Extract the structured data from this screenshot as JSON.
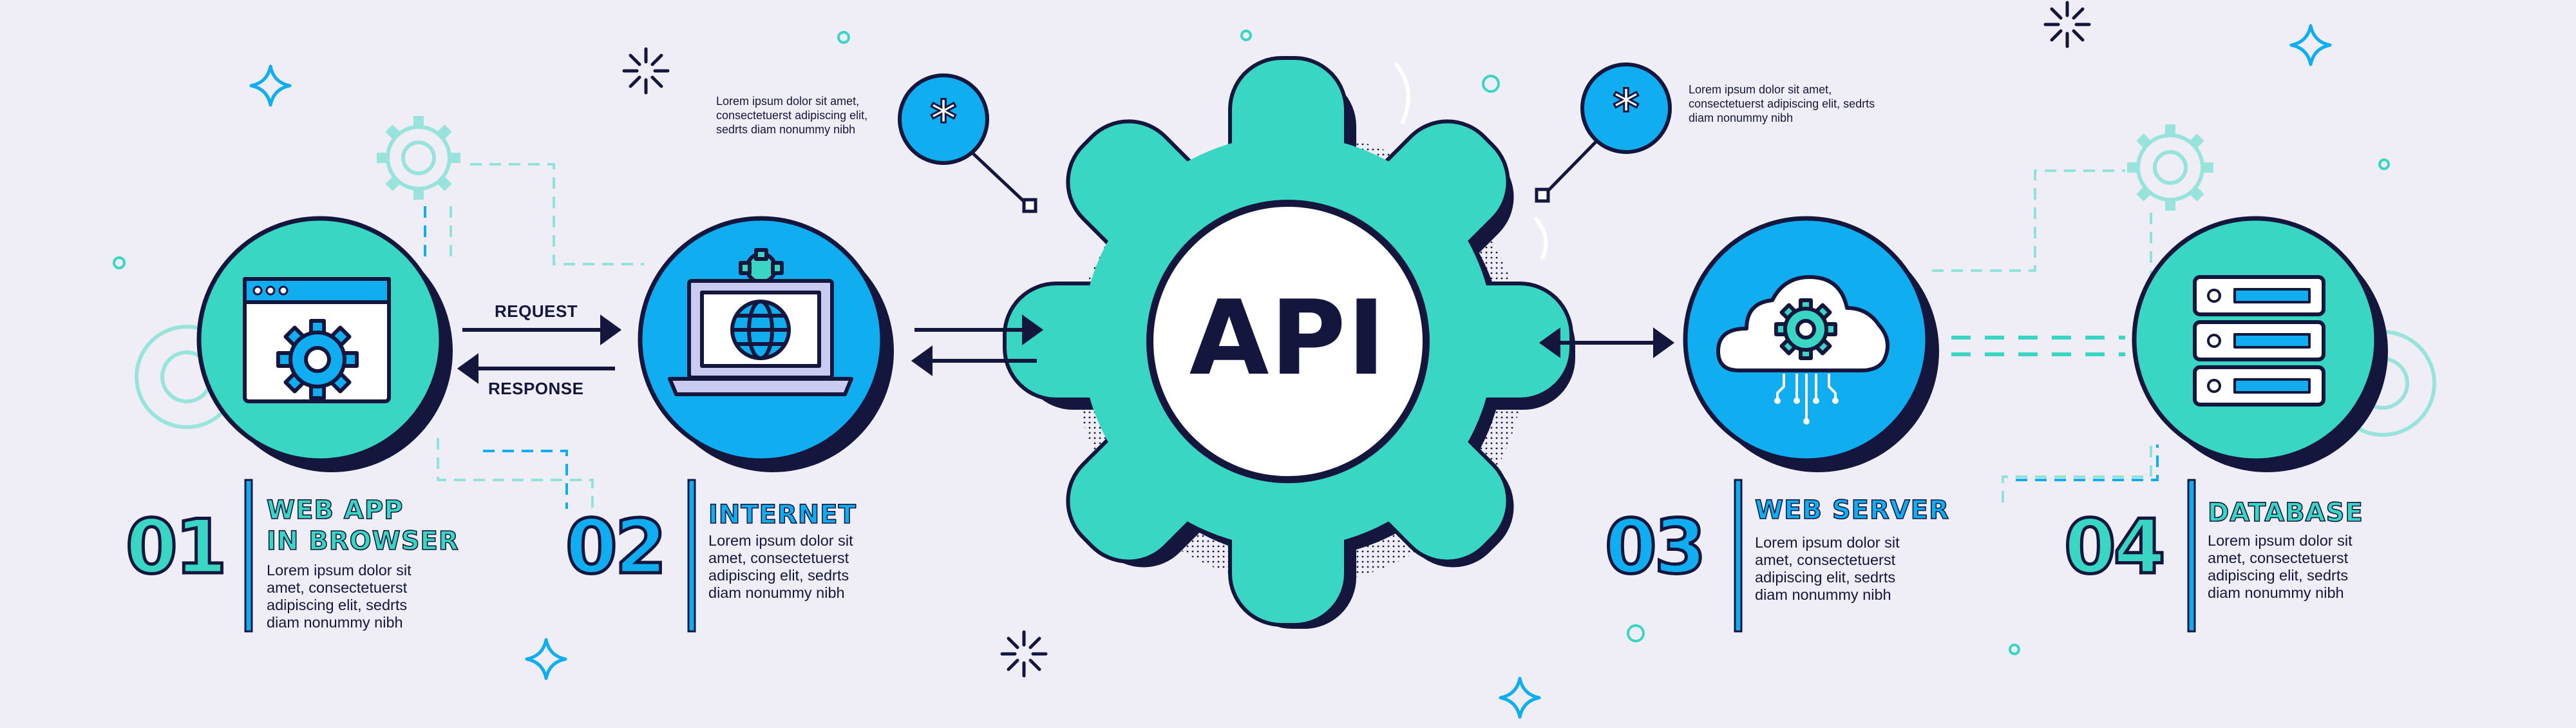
{
  "api_label": "API",
  "flow": {
    "request_label": "REQUEST",
    "response_label": "RESPONSE"
  },
  "notes": {
    "left": "Lorem ipsum dolor sit amet,\nconsectetuerst adipiscing elit,\nsedrts diam nonummy nibh",
    "right": "Lorem ipsum dolor sit amet,\nconsectetuerst adipiscing elit, sedrts\ndiam nonummy nibh"
  },
  "steps": [
    {
      "number": "01",
      "title": "WEB APP\nIN BROWSER",
      "description": "Lorem ipsum dolor sit\namet, consectetuerst\nadipiscing elit, sedrts\ndiam nonummy nibh",
      "icon": "browser-gear-icon"
    },
    {
      "number": "02",
      "title": "INTERNET",
      "description": "Lorem ipsum dolor sit\namet, consectetuerst\nadipiscing elit, sedrts\ndiam nonummy nibh",
      "icon": "laptop-globe-icon"
    },
    {
      "number": "03",
      "title": "WEB SERVER",
      "description": "Lorem ipsum dolor sit\namet, consectetuerst\nadipiscing elit, sedrts\ndiam nonummy nibh",
      "icon": "cloud-gear-icon"
    },
    {
      "number": "04",
      "title": "DATABASE",
      "description": "Lorem ipsum dolor sit\namet, consectetuerst\nadipiscing elit, sedrts\ndiam nonummy nibh",
      "icon": "database-server-icon"
    }
  ],
  "colors": {
    "background": "#efeef6",
    "teal": "#3ad6c4",
    "blue": "#10aef0",
    "navy": "#14163d",
    "light_teal": "#8fe3da"
  }
}
